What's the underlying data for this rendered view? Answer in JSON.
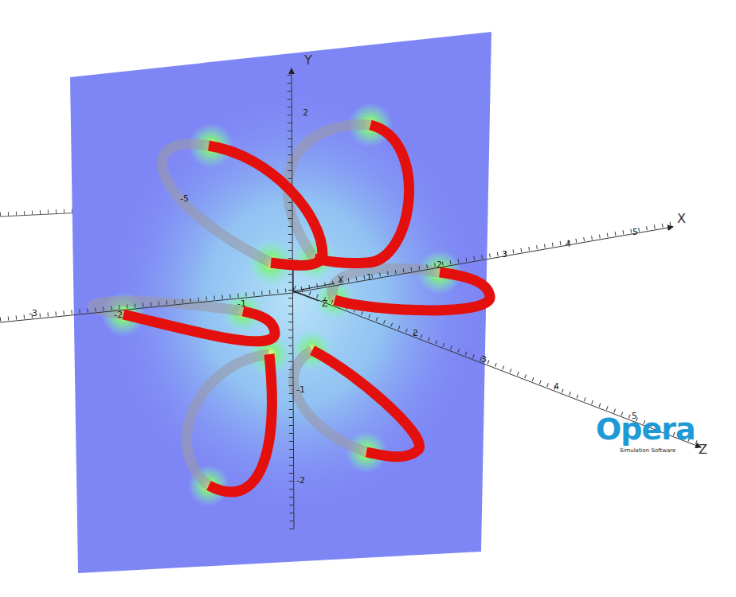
{
  "diagram": {
    "labels": [
      "Y",
      "X",
      "Z",
      "2",
      "-5",
      "3",
      "4",
      "5",
      "2",
      "1",
      "-3",
      "-2",
      "-1",
      "2",
      "3",
      "4",
      "5",
      "-1",
      "-2",
      "X",
      "Z",
      "Opera",
      "Simulation Software"
    ]
  }
}
